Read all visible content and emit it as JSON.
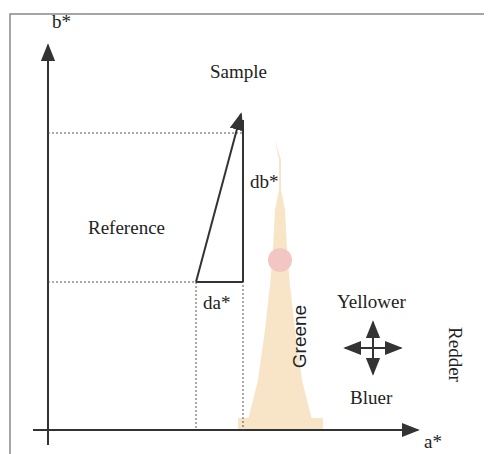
{
  "diagram": {
    "labels": [
      "b*",
      "Sample",
      "Reference",
      "db*",
      "da*",
      "Yellower",
      "Greene",
      "Bluer",
      "Redder",
      "a*"
    ]
  }
}
